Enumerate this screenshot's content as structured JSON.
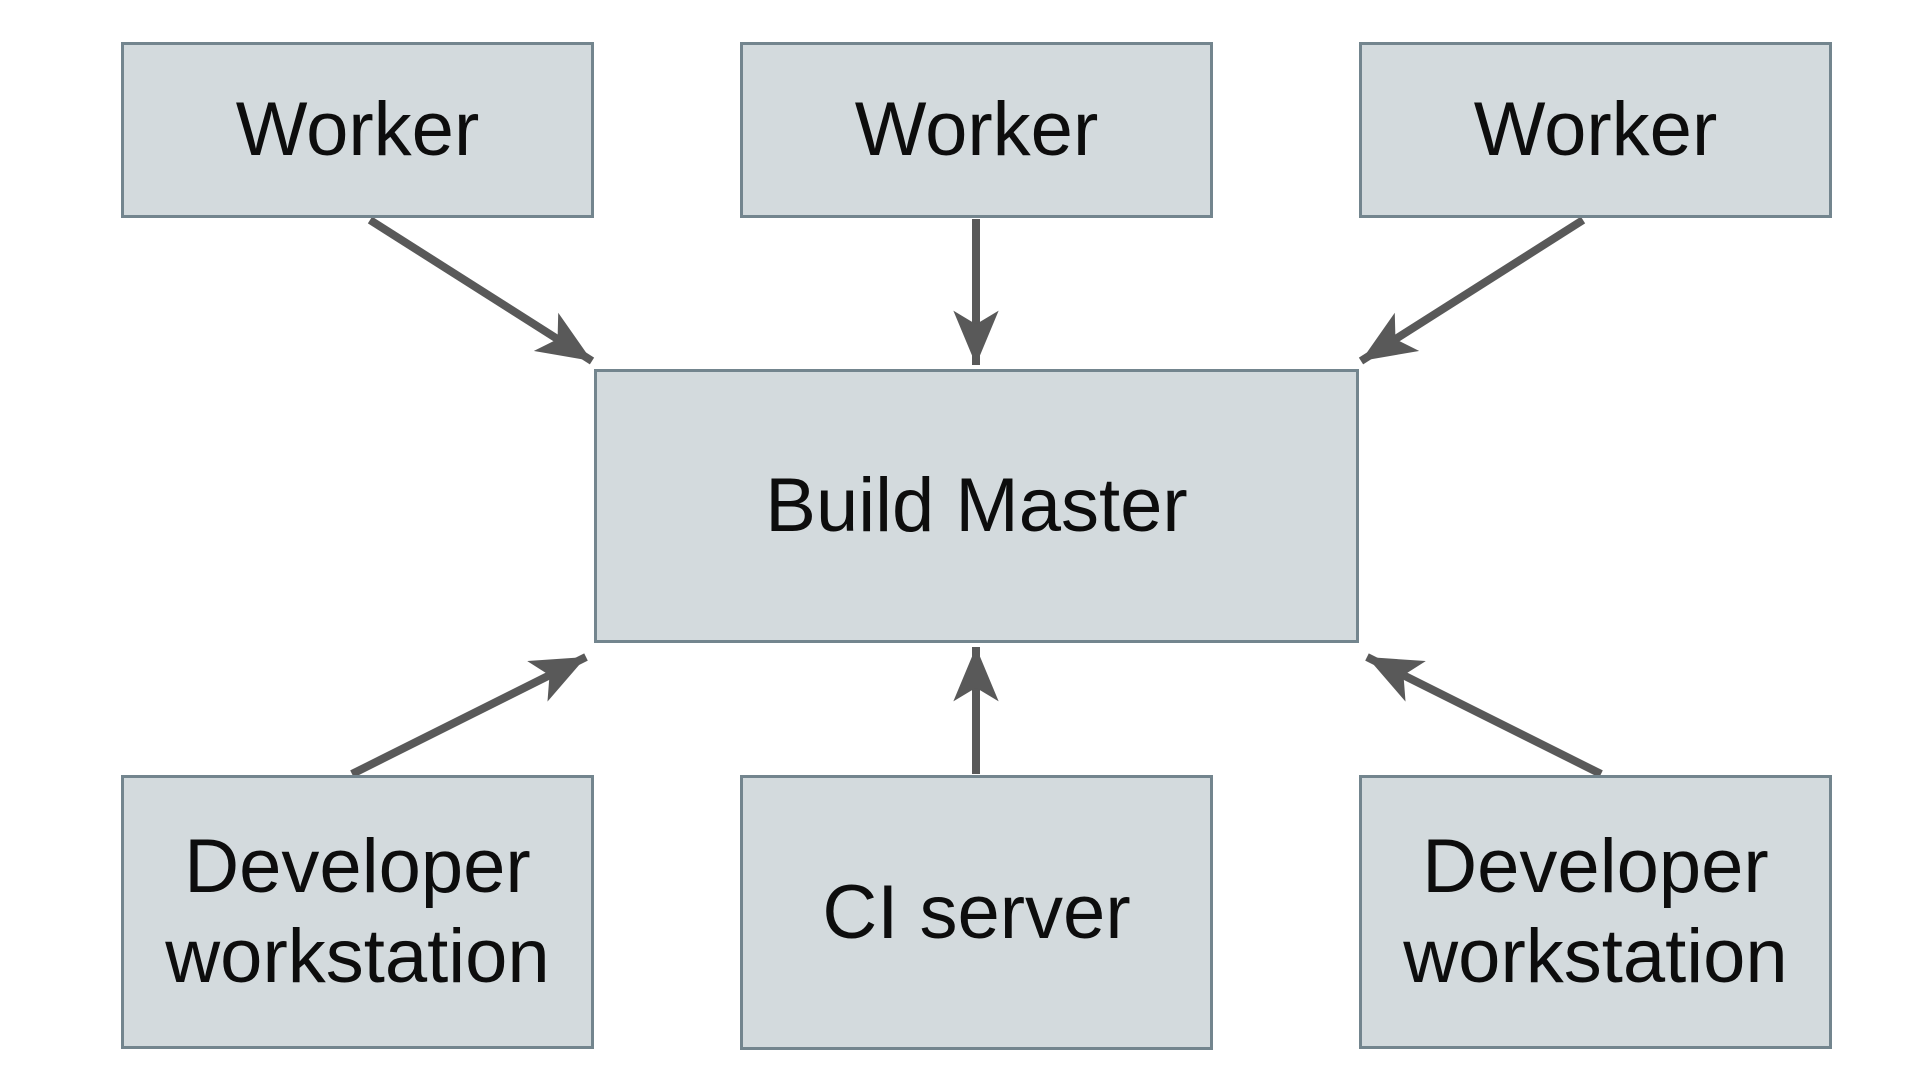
{
  "diagram": {
    "colors": {
      "background": "#ffffff",
      "node-fill": "#d3dadd",
      "node-border": "#73858e",
      "arrow": "#595959",
      "text": "#0d0d0d"
    },
    "nodes": [
      {
        "id": "worker-1",
        "label": "Worker"
      },
      {
        "id": "worker-2",
        "label": "Worker"
      },
      {
        "id": "worker-3",
        "label": "Worker"
      },
      {
        "id": "build-master",
        "label": "Build Master"
      },
      {
        "id": "dev-workstation-1",
        "label": "Developer workstation"
      },
      {
        "id": "ci-server",
        "label": "CI server"
      },
      {
        "id": "dev-workstation-2",
        "label": "Developer workstation"
      }
    ],
    "edges": [
      {
        "from": "worker-1",
        "to": "build-master"
      },
      {
        "from": "worker-2",
        "to": "build-master"
      },
      {
        "from": "worker-3",
        "to": "build-master"
      },
      {
        "from": "dev-workstation-1",
        "to": "build-master"
      },
      {
        "from": "ci-server",
        "to": "build-master"
      },
      {
        "from": "dev-workstation-2",
        "to": "build-master"
      }
    ]
  }
}
